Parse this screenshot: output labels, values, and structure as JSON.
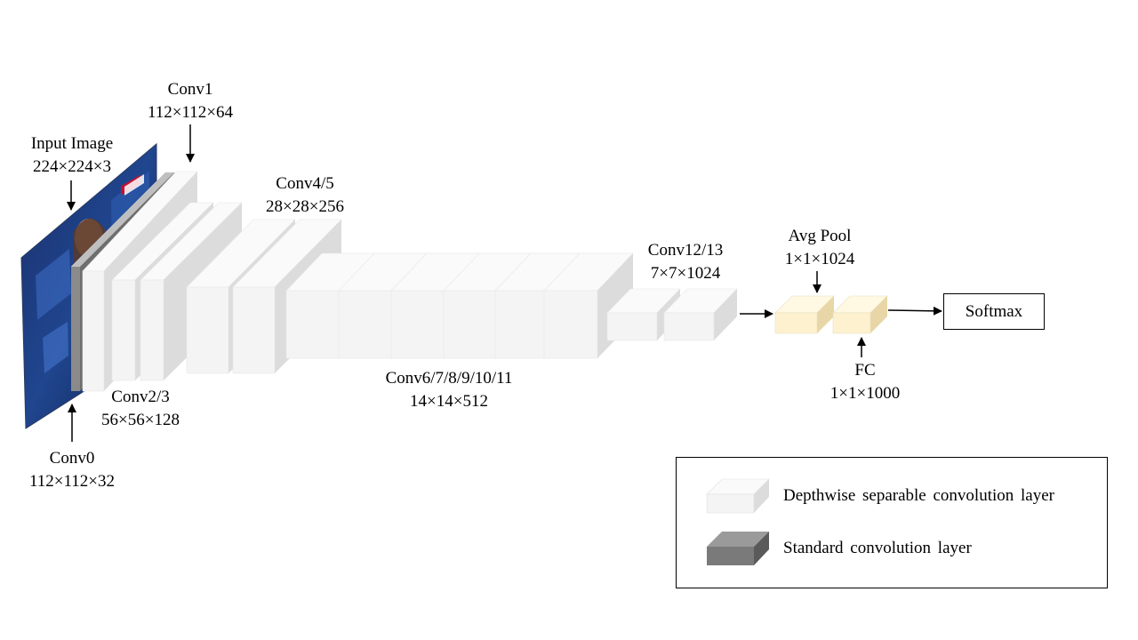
{
  "labels": {
    "input_image": {
      "name": "Input Image",
      "dims": "224×224×3"
    },
    "conv0": {
      "name": "Conv0",
      "dims": "112×112×32"
    },
    "conv1": {
      "name": "Conv1",
      "dims": "112×112×64"
    },
    "conv2_3": {
      "name": "Conv2/3",
      "dims": "56×56×128"
    },
    "conv4_5": {
      "name": "Conv4/5",
      "dims": "28×28×256"
    },
    "conv6_11": {
      "name": "Conv6/7/8/9/10/11",
      "dims": "14×14×512"
    },
    "conv12_13": {
      "name": "Conv12/13",
      "dims": "7×7×1024"
    },
    "avg_pool": {
      "name": "Avg Pool",
      "dims": "1×1×1024"
    },
    "fc": {
      "name": "FC",
      "dims": "1×1×1000"
    },
    "softmax": "Softmax"
  },
  "legend": {
    "depthwise": "Depthwise separable convolution layer",
    "standard": "Standard convolution layer"
  },
  "colors": {
    "depthwise_front": "#f4f4f4",
    "depthwise_side": "#dedede",
    "depthwise_top": "#fafafa",
    "standard_front": "#7f7f7f",
    "pool_fc_front": "#fdf1d0",
    "pool_fc_side": "#ead9ad",
    "pool_fc_top": "#fff8e3"
  }
}
